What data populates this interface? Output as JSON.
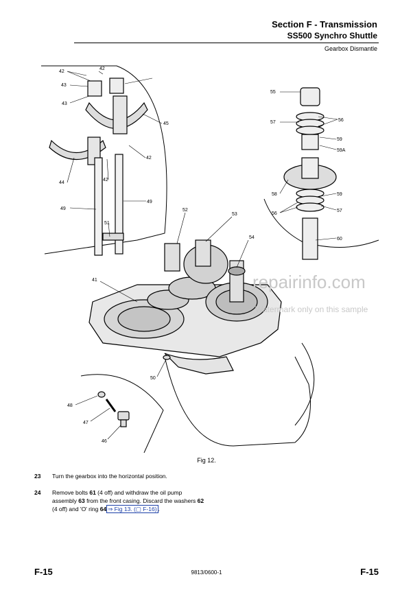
{
  "header": {
    "section_title": "Section F - Transmission",
    "subtitle": "SS500 Synchro Shuttle",
    "page_heading": "Gearbox Dismantle"
  },
  "figure": {
    "callouts": [
      "42",
      "42",
      "43",
      "43",
      "45",
      "44",
      "42",
      "42",
      "49",
      "49",
      "51",
      "52",
      "53",
      "54",
      "41",
      "55",
      "57",
      "56",
      "59",
      "59A",
      "58",
      "59",
      "56",
      "57",
      "60",
      "48",
      "47",
      "46",
      "50"
    ],
    "watermark_line1": "repairinfo.com",
    "watermark_line2": "Watermark only on this sample",
    "caption": "Fig 12."
  },
  "steps": [
    {
      "number": "23",
      "text": "Turn the gearbox into the horizontal position."
    },
    {
      "number": "24",
      "t1": "Remove bolts ",
      "b1": "61",
      "t2": " (4 off) and withdraw the oil pump assembly ",
      "b2": "63",
      "t3": " from the front casing. Discard the washers ",
      "b3": "62",
      "t4": " (4 off) and 'O' ring ",
      "b4": "64",
      "link": "⇒ Fig 13. (▢ F-16)",
      "end": "."
    }
  ],
  "footer": {
    "left": "F-15",
    "code": "9813/0600-1",
    "right": "F-15"
  }
}
